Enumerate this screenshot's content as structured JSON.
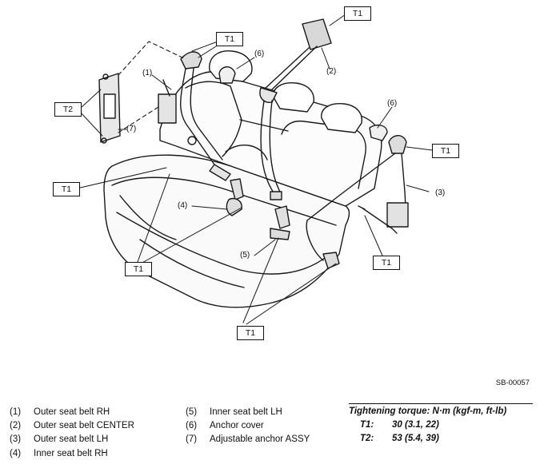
{
  "diagram": {
    "tags": [
      "T1",
      "T1",
      "T2",
      "T1",
      "T1",
      "T1",
      "T1",
      "T1"
    ],
    "callouts": [
      "(1)",
      "(2)",
      "(3)",
      "(4)",
      "(5)",
      "(6)",
      "(6)",
      "(7)"
    ],
    "code": "SB-00057"
  },
  "legend": {
    "col1": [
      {
        "num": "(1)",
        "label": "Outer seat belt RH"
      },
      {
        "num": "(2)",
        "label": "Outer seat belt CENTER"
      },
      {
        "num": "(3)",
        "label": "Outer seat belt LH"
      },
      {
        "num": "(4)",
        "label": "Inner seat belt RH"
      }
    ],
    "col2": [
      {
        "num": "(5)",
        "label": "Inner seat belt LH"
      },
      {
        "num": "(6)",
        "label": "Anchor cover"
      },
      {
        "num": "(7)",
        "label": "Adjustable anchor ASSY"
      }
    ]
  },
  "torque": {
    "heading": "Tightening torque: N·m (kgf-m, ft-lb)",
    "rows": [
      {
        "key": "T1:",
        "value": "30 (3.1, 22)"
      },
      {
        "key": "T2:",
        "value": "53 (5.4, 39)"
      }
    ]
  }
}
